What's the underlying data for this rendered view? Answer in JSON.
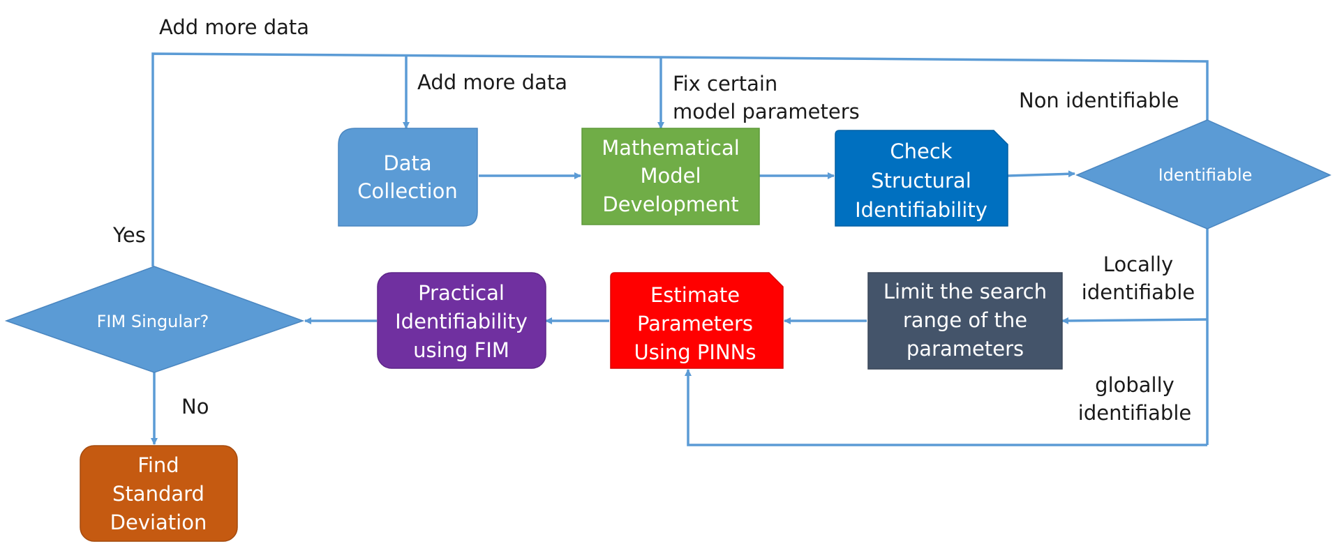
{
  "nodes": {
    "data_collection": {
      "lines": [
        "Data",
        "Collection"
      ],
      "color": "#5b9bd5"
    },
    "math_model": {
      "lines": [
        "Mathematical",
        "Model",
        "Development"
      ],
      "color": "#70ad47"
    },
    "check_structural": {
      "lines": [
        "Check",
        "Structural",
        "Identifiability"
      ],
      "color": "#0070c0"
    },
    "identifiable": {
      "lines": [
        "Identifiable"
      ],
      "color": "#5b9bd5"
    },
    "limit_search": {
      "lines": [
        "Limit the search",
        "range of the",
        "parameters"
      ],
      "color": "#44546a"
    },
    "estimate_params": {
      "lines": [
        "Estimate",
        "Parameters",
        "Using PINNs"
      ],
      "color": "#ff0000"
    },
    "practical_ident": {
      "lines": [
        "Practical",
        "Identifiability",
        "using FIM"
      ],
      "color": "#7030a0"
    },
    "fim_singular": {
      "lines": [
        "FIM Singular?"
      ],
      "color": "#5b9bd5"
    },
    "find_std": {
      "lines": [
        "Find",
        "Standard",
        "Deviation"
      ],
      "color": "#c55a11"
    }
  },
  "edge_labels": {
    "add_more_data_top": "Add more data",
    "add_more_data_inner": "Add more data",
    "fix_params_1": "Fix certain",
    "fix_params_2": "model parameters",
    "non_identifiable": "Non identifiable",
    "locally_1": "Locally",
    "locally_2": "identifiable",
    "globally_1": "globally",
    "globally_2": "identifiable",
    "yes": "Yes",
    "no": "No"
  },
  "edge_color": "#5b9bd5"
}
